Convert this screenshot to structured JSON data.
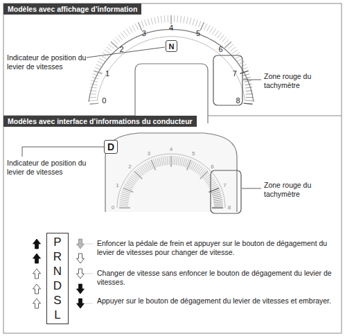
{
  "diagram": {
    "nodes": [
      {
        "text": [
          "Modèles avec affichage d’information"
        ]
      },
      {
        "text": [
          "N"
        ]
      },
      {
        "text": [
          "Modèles avec interface d’informations du conducteur"
        ]
      },
      {
        "text": [
          "D"
        ]
      },
      {
        "text": [
          "P",
          "R",
          "N",
          "D",
          "S",
          "L"
        ]
      }
    ],
    "labels": [
      "0",
      "1",
      "2",
      "3",
      "4",
      "5",
      "6",
      "7",
      "8",
      "Indicateur de position du levier de vitesses",
      "Zone rouge du tachymètre",
      "Indicateur de position du levier de vitesses",
      "Zone rouge du tachymètre",
      "0",
      "1",
      "2",
      "3",
      "4",
      "5",
      "6",
      "7",
      "8"
    ],
    "legend": [
      {
        "text": "Enfoncer la pédale de frein et appuyer sur le bouton de dégagement du levier de vitesses pour changer de vitesse."
      },
      {
        "text": "Changer de vitesse sans enfoncer le bouton de dégagement du levier de vitesses."
      },
      {
        "text": "Appuyer sur le bouton de dégagement du levier de vitesses et embrayer."
      }
    ]
  }
}
